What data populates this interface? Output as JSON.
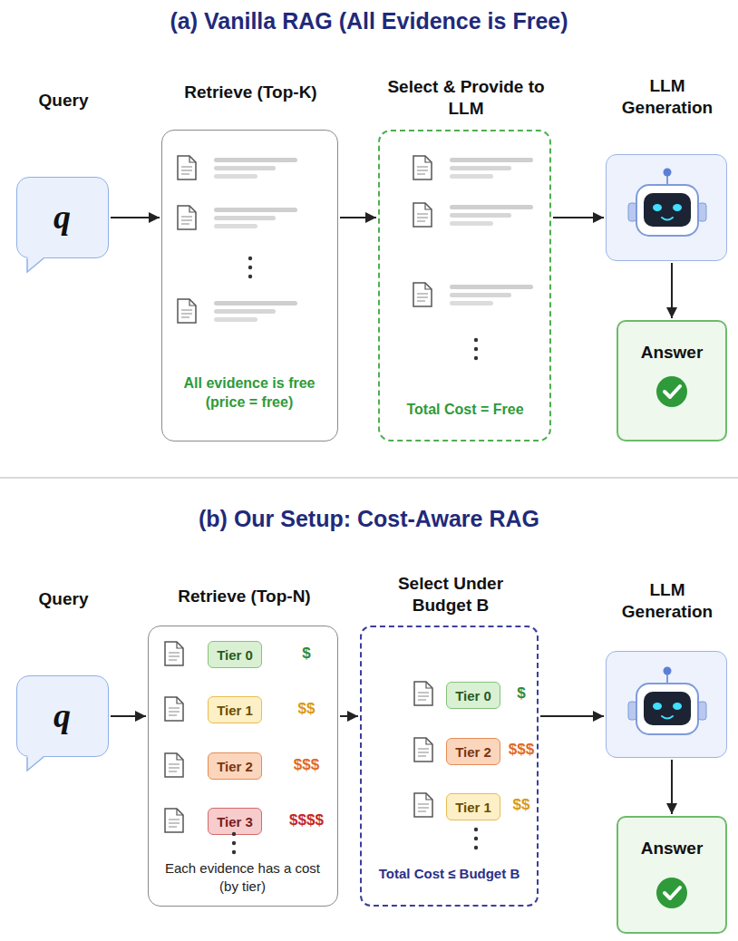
{
  "diagram": {
    "nodes": [
      {
        "text": [
          "Query",
          "q"
        ]
      },
      {
        "text": [
          "Retrieve (Top-K)",
          "All evidence is free (price = free)"
        ]
      },
      {
        "text": [
          "Select & Provide to LLM",
          "Total Cost = Free"
        ]
      },
      {
        "text": [
          "LLM Generation"
        ]
      },
      {
        "text": [
          "Answer"
        ]
      },
      {
        "text": [
          "Query",
          "q"
        ]
      },
      {
        "text": [
          "Retrieve (Top-N)",
          "Each evidence has a cost (by tier)"
        ]
      },
      {
        "text": [
          "Tier 0"
        ],
        "in": 6
      },
      {
        "text": [
          "Tier 1"
        ],
        "in": 6
      },
      {
        "text": [
          "Tier 2"
        ],
        "in": 6
      },
      {
        "text": [
          "Tier 3"
        ],
        "in": 6
      },
      {
        "text": [
          "Select Under Budget B",
          "Total Cost ≤ Budget B"
        ]
      },
      {
        "text": [
          "Tier 0"
        ],
        "in": 11
      },
      {
        "text": [
          "Tier 2"
        ],
        "in": 11
      },
      {
        "text": [
          "Tier 1"
        ],
        "in": 11
      },
      {
        "text": [
          "LLM Generation"
        ]
      },
      {
        "text": [
          "Answer"
        ]
      }
    ],
    "edges": [
      {
        "from": 0,
        "to": 1,
        "arrow": "to"
      },
      {
        "from": 1,
        "to": 2,
        "arrow": "to"
      },
      {
        "from": 2,
        "to": 3,
        "arrow": "to"
      },
      {
        "from": 3,
        "to": 4,
        "arrow": "to"
      },
      {
        "from": 5,
        "to": 6,
        "arrow": "to"
      },
      {
        "from": 6,
        "to": 11,
        "arrow": "to"
      },
      {
        "from": 11,
        "to": 15,
        "arrow": "to"
      },
      {
        "from": 15,
        "to": 16,
        "arrow": "to"
      }
    ],
    "labels": [
      "(a) Vanilla RAG (All Evidence is Free)",
      "(b) Our Setup: Cost-Aware RAG",
      "$",
      "$$",
      "$$$",
      "$$$$",
      "$",
      "$$$",
      "$$"
    ]
  }
}
